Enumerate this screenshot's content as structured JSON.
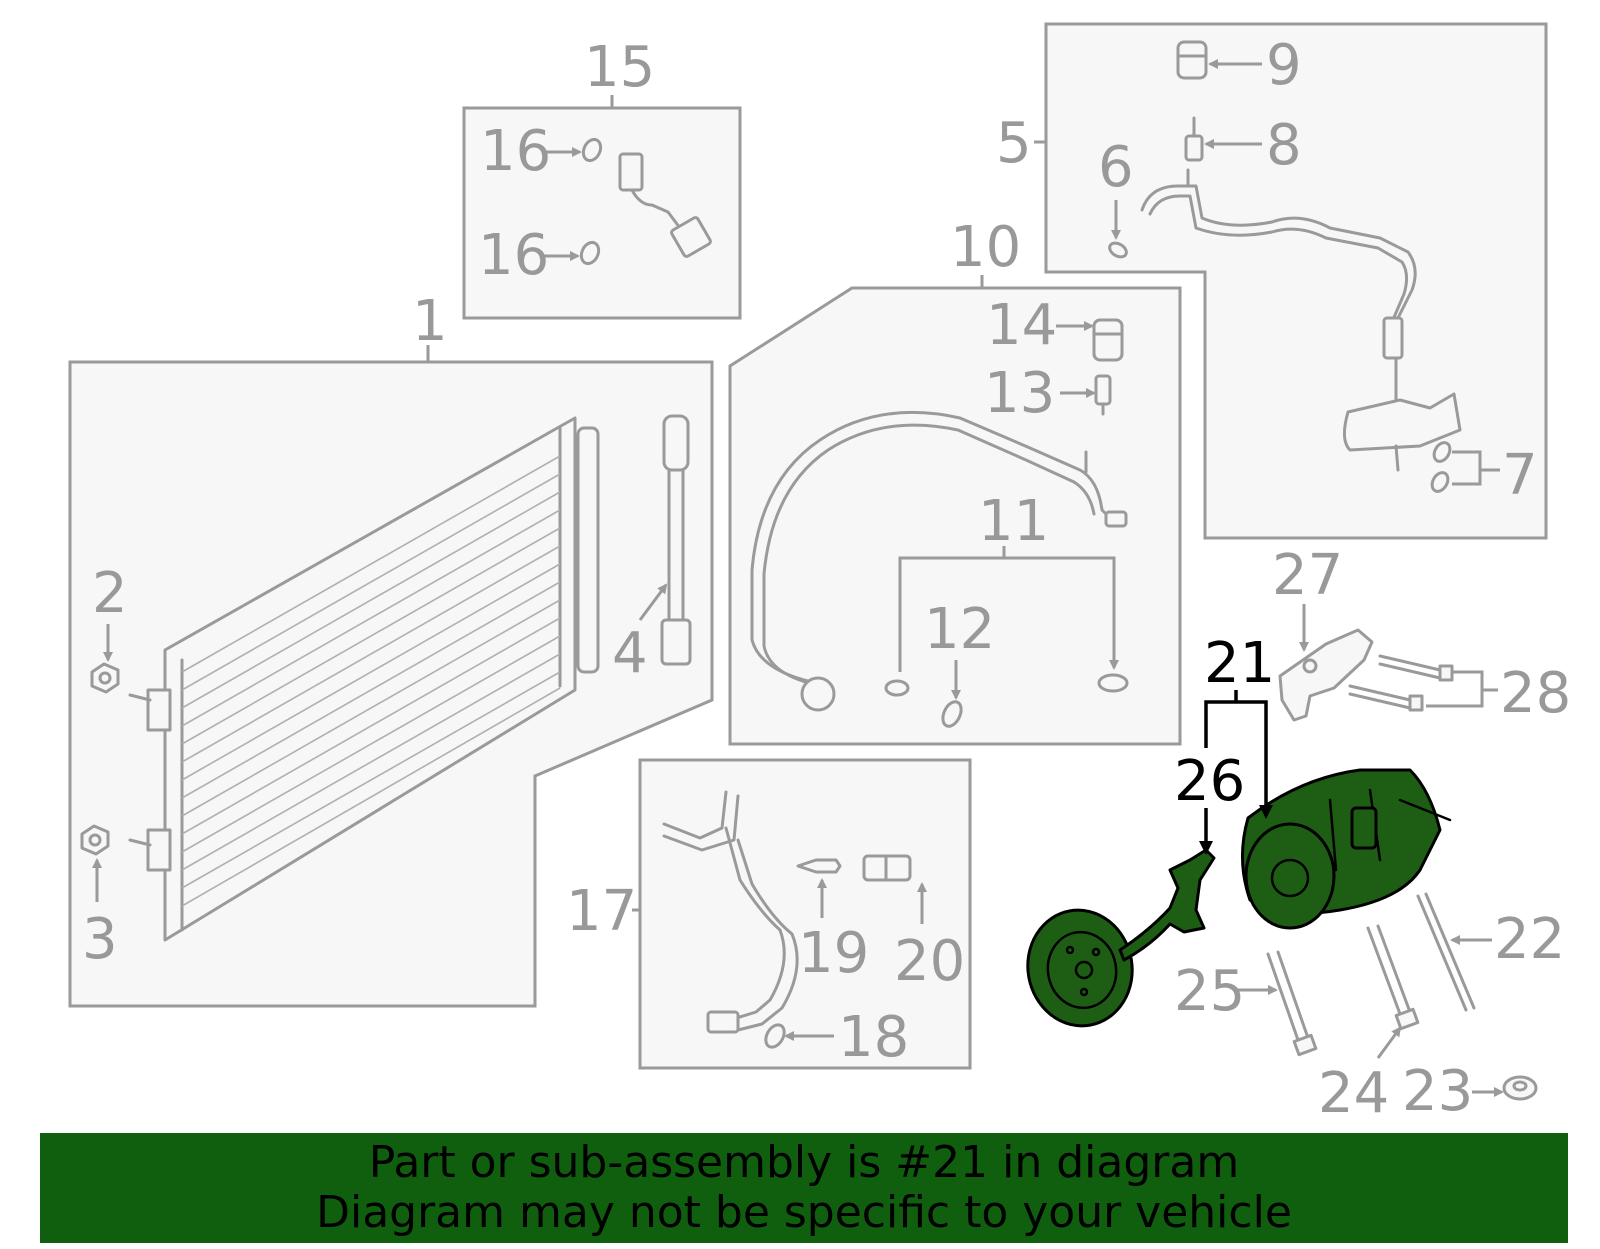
{
  "colors": {
    "highlight_part": "#1e5e14",
    "banner": "#0f5f0f",
    "line_gray": "#9a9a9a",
    "panel_fill": "#f7f7f7"
  },
  "callouts": {
    "c1": "1",
    "c2": "2",
    "c3": "3",
    "c4": "4",
    "c5": "5",
    "c6": "6",
    "c7": "7",
    "c8": "8",
    "c9": "9",
    "c10": "10",
    "c11": "11",
    "c12": "12",
    "c13": "13",
    "c14": "14",
    "c15": "15",
    "c16a": "16",
    "c16b": "16",
    "c17": "17",
    "c18": "18",
    "c19": "19",
    "c20": "20",
    "c21": "21",
    "c22": "22",
    "c23": "23",
    "c24": "24",
    "c25": "25",
    "c26": "26",
    "c27": "27",
    "c28": "28"
  },
  "banner": {
    "line1": "Part or sub-assembly is #21 in diagram",
    "line2": "Diagram may not be specific to your vehicle"
  }
}
